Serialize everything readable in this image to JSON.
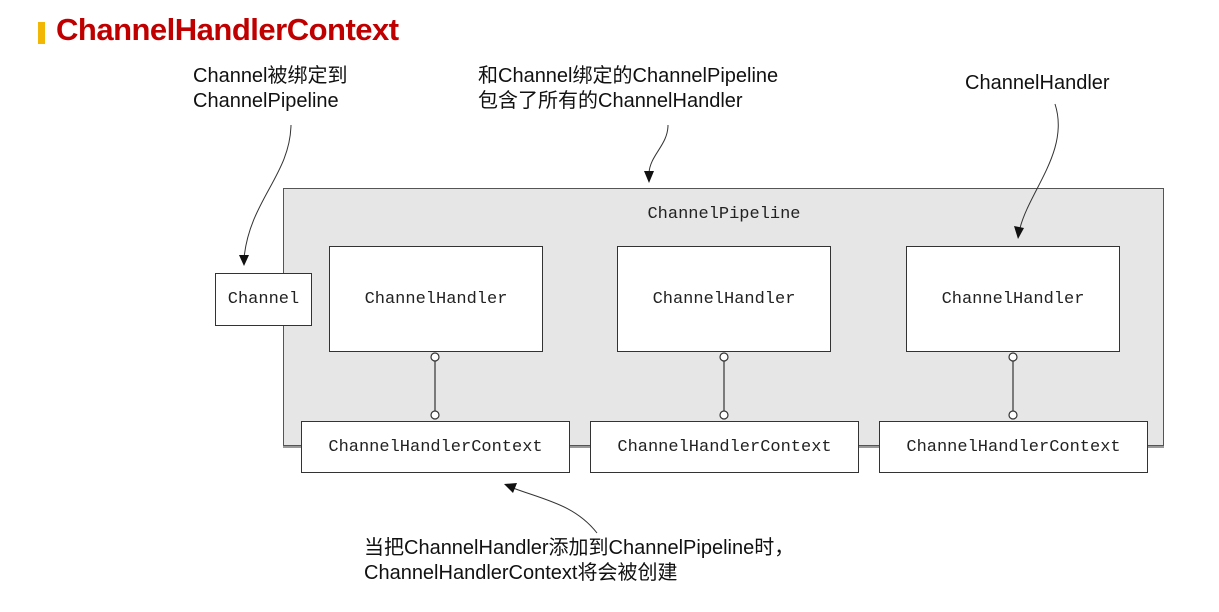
{
  "title": "ChannelHandlerContext",
  "callouts": {
    "channel": [
      "Channel被绑定到",
      "ChannelPipeline"
    ],
    "pipeline": [
      "和Channel绑定的ChannelPipeline",
      "包含了所有的ChannelHandler"
    ],
    "handler": [
      "ChannelHandler"
    ],
    "context": [
      "当把ChannelHandler添加到ChannelPipeline时，",
      "ChannelHandlerContext将会被创建"
    ]
  },
  "diagram": {
    "pipeline_label": "ChannelPipeline",
    "channel_label": "Channel",
    "handlers": [
      "ChannelHandler",
      "ChannelHandler",
      "ChannelHandler"
    ],
    "contexts": [
      "ChannelHandlerContext",
      "ChannelHandlerContext",
      "ChannelHandlerContext"
    ]
  },
  "colors": {
    "title": "#c00000",
    "title_bar": "#f2b705",
    "pipeline_fill": "#e6e6e6"
  }
}
